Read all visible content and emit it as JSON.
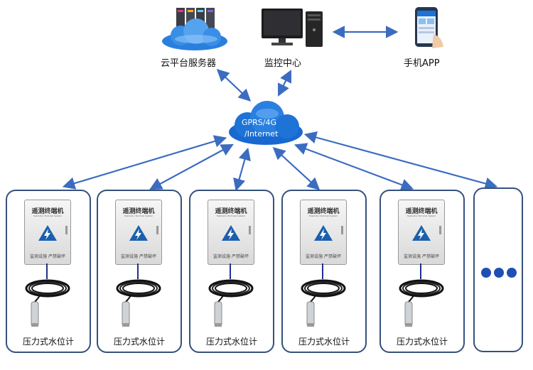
{
  "nodes": {
    "cloud_server": "云平台服务器",
    "monitor_center": "监控中心",
    "mobile_app": "手机APP",
    "network": [
      "GPRS/4G",
      "/Internet"
    ]
  },
  "terminal": {
    "title": "遥测终端机",
    "subtitle": "Telemetry Terminal System",
    "footer": "监测设施   严禁破坏"
  },
  "sensor_label": "压力式水位计",
  "colors": {
    "arrow": "#3b6cc0",
    "box_border": "#35517c",
    "cloud": "#1e73d6",
    "dots": "#1f4fb5"
  },
  "icons": [
    "server-cloud-icon",
    "desktop-computer-icon",
    "smartphone-icon",
    "network-cloud-icon",
    "lightning-warning-icon",
    "cable-coil-icon",
    "pressure-probe-icon"
  ]
}
